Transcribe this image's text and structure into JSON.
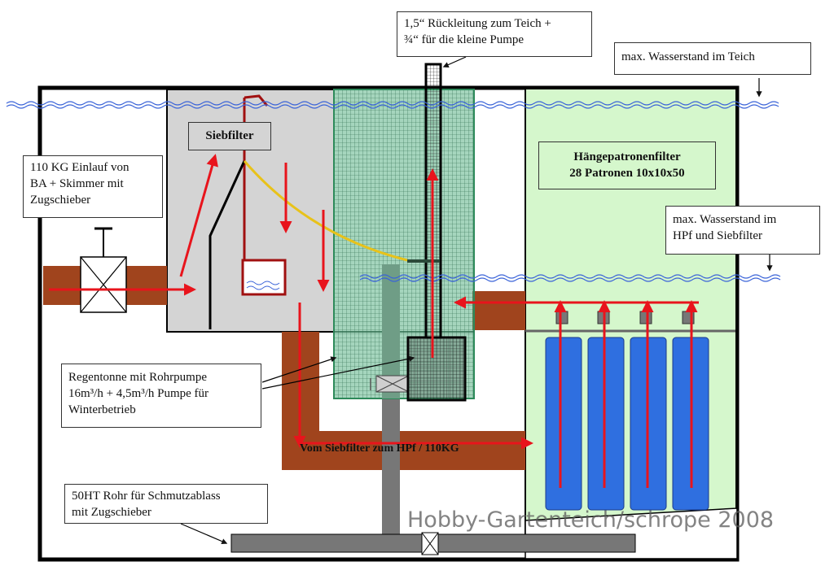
{
  "labels": {
    "return_line": "1,5“ Rückleitung zum Teich +\n¾“ für die kleine Pumpe",
    "max_water_pond": "max. Wasserstand im Teich",
    "sieve_filter": "Siebfilter",
    "inlet": "110 KG Einlauf von\nBA + Skimmer mit\nZugschieber",
    "hanging_filter": "Hängepatronenfilter\n28 Patronen 10x10x50",
    "max_water_hpf": "max. Wasserstand im\nHPf und Siebfilter",
    "rain_barrel": "Regentonne mit Rohrpumpe\n16m³/h + 4,5m³/h Pumpe für\nWinterbetrieb",
    "pipe_label": "Vom Siebfilter zum HPf  / 110KG",
    "drain": "50HT Rohr für Schmutzablass\nmit Zugschieber",
    "watermark": "Hobby-Gartenteich/schrope 2008"
  },
  "colors": {
    "pipe_brown": "#a0441d",
    "flow_red": "#e8141c",
    "hpf_green": "#d5f7cc",
    "barrel_green": "#5bb287",
    "cartridge_blue": "#2f6fe0",
    "sieve_grey": "#d4d4d4",
    "water_line_blue": "#3a63d8"
  }
}
